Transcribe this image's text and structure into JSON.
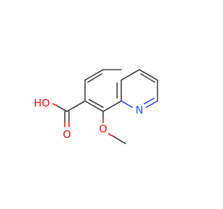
{
  "molecule": {
    "atoms": {
      "nitrogen": "N",
      "carbonyl_oxygen": "O",
      "hydroxyl": "HO",
      "methoxy_oxygen": "O"
    },
    "colors": {
      "bond": "#3c3c3c",
      "oxygen": "#ff0d0d",
      "nitrogen": "#3050f8"
    }
  }
}
